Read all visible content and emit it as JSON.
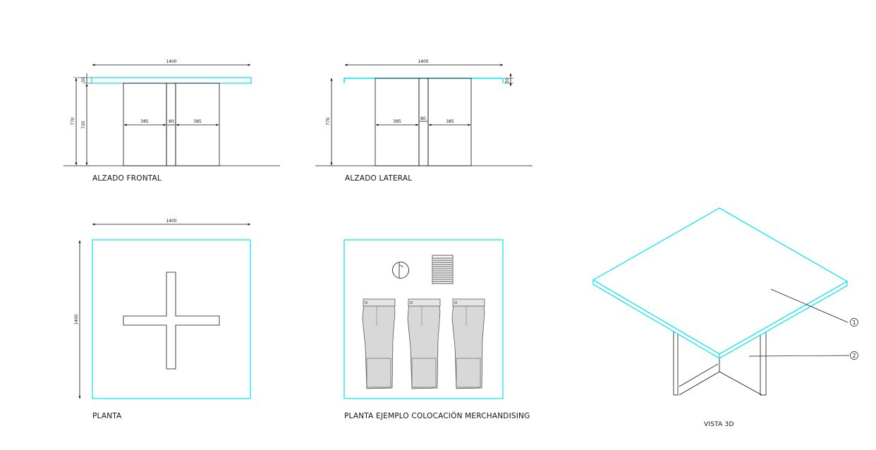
{
  "colors": {
    "table_top": "#00e5f0",
    "lines": "#111111",
    "garment_fill": "#d8d8d8"
  },
  "views": {
    "front_elevation": {
      "caption": "ALZADO FRONTAL",
      "dims": {
        "width": "1400",
        "top_thickness": "50",
        "total_height": "770",
        "leg_height": "720",
        "panel_left": "385",
        "center": "80",
        "panel_right": "385"
      }
    },
    "side_elevation": {
      "caption": "ALZADO LATERAL",
      "dims": {
        "width": "1400",
        "top_thickness": "50",
        "total_height": "770",
        "panel_left": "385",
        "center": "80",
        "panel_right": "385"
      }
    },
    "plan": {
      "caption": "PLANTA",
      "dims": {
        "width": "1400",
        "depth": "1400"
      }
    },
    "merch_plan": {
      "caption": "PLANTA EJEMPLO COLOCACIÓN MERCHANDISING",
      "icons": [
        "hanger-icon",
        "folded-shirt-icon",
        "jeans-icon",
        "jeans-icon",
        "jeans-icon"
      ]
    },
    "view_3d": {
      "caption": "VISTA 3D",
      "callouts": [
        "1",
        "2"
      ]
    }
  }
}
